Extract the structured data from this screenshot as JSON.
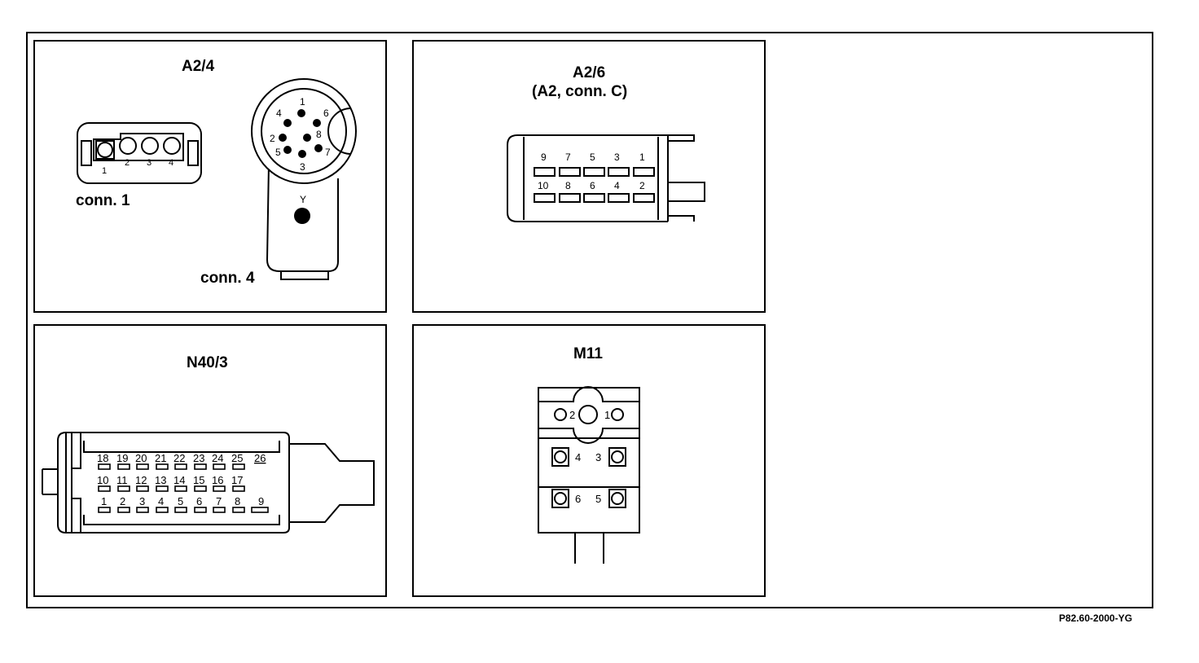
{
  "panels": {
    "a2_4": {
      "title": "A2/4",
      "conn1_label": "conn. 1",
      "conn4_label": "conn. 4",
      "conn1_pins": [
        "1",
        "2",
        "3",
        "4"
      ],
      "conn4_pins": [
        "1",
        "2",
        "3",
        "4",
        "5",
        "6",
        "7",
        "8"
      ],
      "conn4_extra_pin": "Y"
    },
    "a2_6": {
      "title": "A2/6",
      "subtitle": "(A2, conn. C)",
      "top_row_pins": [
        "9",
        "7",
        "5",
        "3",
        "1"
      ],
      "bottom_row_pins": [
        "10",
        "8",
        "6",
        "4",
        "2"
      ]
    },
    "n40_3": {
      "title": "N40/3",
      "row1_pins": [
        "18",
        "19",
        "20",
        "21",
        "22",
        "23",
        "24",
        "25",
        "26"
      ],
      "row2_pins": [
        "10",
        "11",
        "12",
        "13",
        "14",
        "15",
        "16",
        "17"
      ],
      "row3_pins": [
        "1",
        "2",
        "3",
        "4",
        "5",
        "6",
        "7",
        "8",
        "9"
      ]
    },
    "m11": {
      "title": "M11",
      "pins": [
        "1",
        "2",
        "3",
        "4",
        "5",
        "6"
      ]
    }
  },
  "footer": "P82.60-2000-YG"
}
